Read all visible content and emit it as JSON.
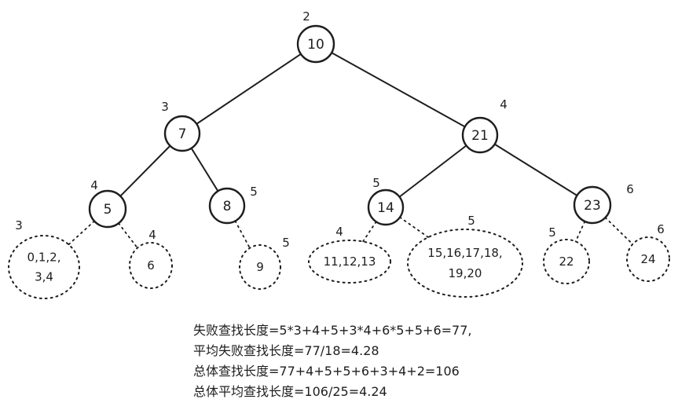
{
  "tree": {
    "nodes": [
      {
        "id": "n10",
        "label": "10",
        "depth": "2"
      },
      {
        "id": "n7",
        "label": "7",
        "depth": "3"
      },
      {
        "id": "n21",
        "label": "21",
        "depth": "4"
      },
      {
        "id": "n5",
        "label": "5",
        "depth": "4"
      },
      {
        "id": "n8",
        "label": "8",
        "depth": "5"
      },
      {
        "id": "n14",
        "label": "14",
        "depth": "5"
      },
      {
        "id": "n23",
        "label": "23",
        "depth": "6"
      }
    ],
    "leaves": [
      {
        "id": "l0",
        "lines": [
          "0,1,2,",
          "3,4"
        ],
        "depth": "3"
      },
      {
        "id": "l6",
        "lines": [
          "6"
        ],
        "depth": "4"
      },
      {
        "id": "l9",
        "lines": [
          "9"
        ],
        "depth": "5"
      },
      {
        "id": "l11",
        "lines": [
          "11,12,13"
        ],
        "depth": "4"
      },
      {
        "id": "l15",
        "lines": [
          "15,16,17,18,",
          "19,20"
        ],
        "depth": "5"
      },
      {
        "id": "l22",
        "lines": [
          "22"
        ],
        "depth": "5"
      },
      {
        "id": "l24",
        "lines": [
          "24"
        ],
        "depth": "6"
      }
    ]
  },
  "summary": {
    "lines": [
      "失败查找长度=5*3+4+5+3*4+6*5+5+6=77,",
      "平均失败查找长度=77/18=4.28",
      "总体查找长度=77+4+5+5+6+3+4+2=106",
      "总体平均查找长度=106/25=4.24"
    ]
  },
  "colors": {
    "stroke": "#1e1e1e",
    "background": "#ffffff"
  }
}
